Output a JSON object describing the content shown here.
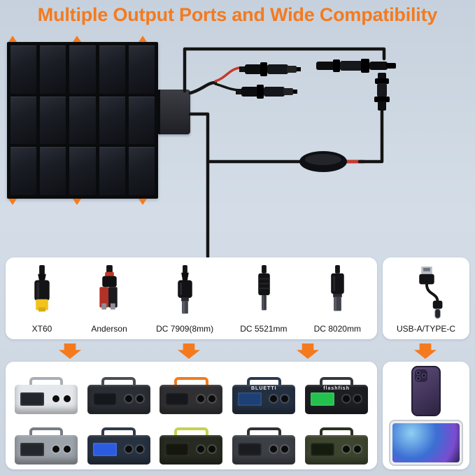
{
  "title": "Multiple Output Ports and Wide Compatibility",
  "colors": {
    "accent-orange": "#f57a1d",
    "wire-black": "#141414",
    "wire-red": "#c23b2e",
    "bg-blue": "#cdd7e1",
    "panel-white": "#ffffff"
  },
  "connectors": {
    "items": [
      {
        "label": "XT60"
      },
      {
        "label": "Anderson"
      },
      {
        "label": "DC 7909(8mm)"
      },
      {
        "label": "DC 5521mm"
      },
      {
        "label": "DC 8020mm"
      }
    ],
    "usb": {
      "label": "USB-A/TYPE-C"
    }
  },
  "devices": {
    "items": [
      {
        "brand": "",
        "style": "--body:#e4e7eb;--screen:#22262c;--accent:#a8aeb6"
      },
      {
        "brand": "",
        "style": "--body:#2b2e34;--screen:#14171c;--accent:#4a4e55"
      },
      {
        "brand": "",
        "style": "--body:#303032;--screen:#17181c;--accent:#f07c1e"
      },
      {
        "brand": "BLUETTI",
        "style": "--body:#243040;--screen:#1c3f75;--accent:#2b3a4e"
      },
      {
        "brand": "flashfish",
        "style": "--body:#1c1e22;--screen:#23c14e;--accent:#34383e"
      },
      {
        "brand": "",
        "style": "--body:#9ca2a9;--screen:#23262b;--accent:#777d85"
      },
      {
        "brand": "",
        "style": "--body:#27313f;--screen:#2a5be0;--accent:#303b4b"
      },
      {
        "brand": "",
        "style": "--body:#262a20;--screen:#15170f;--accent:#c6d24c"
      },
      {
        "brand": "",
        "style": "--body:#3c3f45;--screen:#1a1c20;--accent:#2f3237"
      },
      {
        "brand": "",
        "style": "--body:#3d452f;--screen:#161b10;--accent:#2a3122"
      }
    ]
  }
}
